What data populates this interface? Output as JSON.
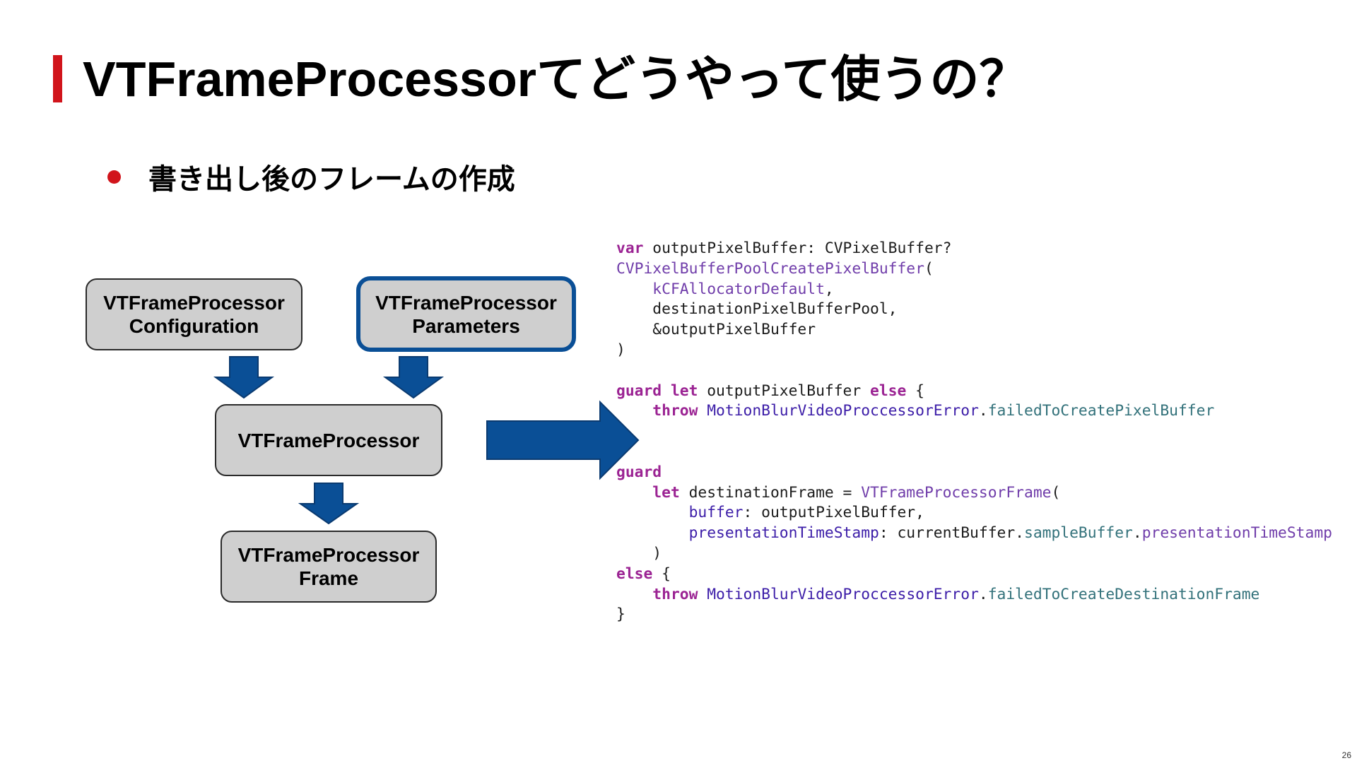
{
  "slide": {
    "title": "VTFrameProcessorてどうやって使うの？",
    "bullet": "書き出し後のフレームの作成",
    "page_number": "26",
    "accent_color": "#d1141b"
  },
  "diagram": {
    "box_config": {
      "line1": "VTFrameProcessor",
      "line2": "Configuration"
    },
    "box_params": {
      "line1": "VTFrameProcessor",
      "line2": "Parameters"
    },
    "box_processor": {
      "line1": "VTFrameProcessor"
    },
    "box_frame": {
      "line1": "VTFrameProcessor",
      "line2": "Frame"
    },
    "highlight_color": "#0a4f96",
    "box_fill_color": "#cfcfcf",
    "arrow_color": "#0a4f96"
  },
  "code": [
    [
      {
        "t": "var",
        "c": "keyword"
      },
      {
        "t": " outputPixelBuffer: CVPixelBuffer?",
        "c": "plain"
      }
    ],
    [
      {
        "t": "CVPixelBufferPoolCreatePixelBuffer",
        "c": "type"
      },
      {
        "t": "(",
        "c": "plain"
      }
    ],
    [
      {
        "t": "    ",
        "c": "plain"
      },
      {
        "t": "kCFAllocatorDefault",
        "c": "type"
      },
      {
        "t": ",",
        "c": "plain"
      }
    ],
    [
      {
        "t": "    destinationPixelBufferPool,",
        "c": "plain"
      }
    ],
    [
      {
        "t": "    &outputPixelBuffer",
        "c": "plain"
      }
    ],
    [
      {
        "t": ")",
        "c": "plain"
      }
    ],
    [
      {
        "t": "",
        "c": "plain"
      }
    ],
    [
      {
        "t": "guard",
        "c": "keyword"
      },
      {
        "t": " ",
        "c": "plain"
      },
      {
        "t": "let",
        "c": "keyword"
      },
      {
        "t": " outputPixelBuffer ",
        "c": "plain"
      },
      {
        "t": "else",
        "c": "keyword"
      },
      {
        "t": " {",
        "c": "plain"
      }
    ],
    [
      {
        "t": "    ",
        "c": "plain"
      },
      {
        "t": "throw",
        "c": "keyword"
      },
      {
        "t": " ",
        "c": "plain"
      },
      {
        "t": "MotionBlurVideoProccessorError",
        "c": "decl"
      },
      {
        "t": ".",
        "c": "plain"
      },
      {
        "t": "failedToCreatePixelBuffer",
        "c": "prop"
      }
    ],
    [
      {
        "t": "",
        "c": "plain"
      }
    ],
    [
      {
        "t": "",
        "c": "plain"
      }
    ],
    [
      {
        "t": "guard",
        "c": "keyword"
      }
    ],
    [
      {
        "t": "    ",
        "c": "plain"
      },
      {
        "t": "let",
        "c": "keyword"
      },
      {
        "t": " destinationFrame = ",
        "c": "plain"
      },
      {
        "t": "VTFrameProcessorFrame",
        "c": "type"
      },
      {
        "t": "(",
        "c": "plain"
      }
    ],
    [
      {
        "t": "        ",
        "c": "plain"
      },
      {
        "t": "buffer",
        "c": "decl"
      },
      {
        "t": ": outputPixelBuffer,",
        "c": "plain"
      }
    ],
    [
      {
        "t": "        ",
        "c": "plain"
      },
      {
        "t": "presentationTimeStamp",
        "c": "decl"
      },
      {
        "t": ": currentBuffer.",
        "c": "plain"
      },
      {
        "t": "sampleBuffer",
        "c": "prop"
      },
      {
        "t": ".",
        "c": "plain"
      },
      {
        "t": "presentationTimeStamp",
        "c": "type"
      }
    ],
    [
      {
        "t": "    )",
        "c": "plain"
      }
    ],
    [
      {
        "t": "else",
        "c": "keyword"
      },
      {
        "t": " {",
        "c": "plain"
      }
    ],
    [
      {
        "t": "    ",
        "c": "plain"
      },
      {
        "t": "throw",
        "c": "keyword"
      },
      {
        "t": " ",
        "c": "plain"
      },
      {
        "t": "MotionBlurVideoProccessorError",
        "c": "decl"
      },
      {
        "t": ".",
        "c": "plain"
      },
      {
        "t": "failedToCreateDestinationFrame",
        "c": "prop"
      }
    ],
    [
      {
        "t": "}",
        "c": "plain"
      }
    ]
  ]
}
